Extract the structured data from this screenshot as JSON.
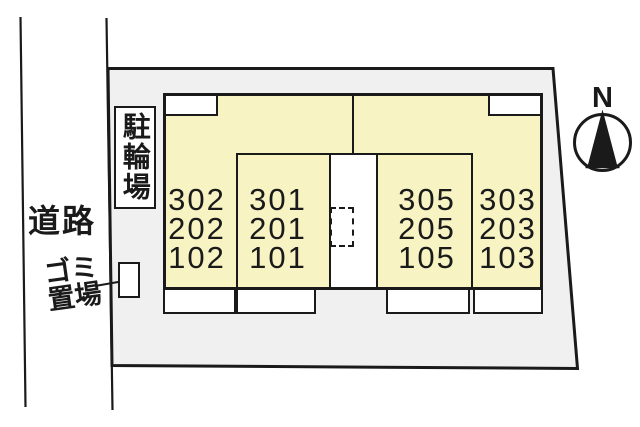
{
  "colors": {
    "site_fill": "#f0f0f0",
    "building_fill": "#f7f3c3",
    "line": "#1a1a1a",
    "unit_white": "#ffffff"
  },
  "road": {
    "label": "道路"
  },
  "bicycle_parking": {
    "label": "駐輪場"
  },
  "garbage_area": {
    "label_line1": "ゴミ",
    "label_line2": "置場"
  },
  "compass": {
    "north_label": "N"
  },
  "building": {
    "columns": [
      {
        "rooms": [
          "302",
          "202",
          "102"
        ]
      },
      {
        "rooms": [
          "301",
          "201",
          "101"
        ]
      },
      {
        "rooms": [
          "305",
          "205",
          "105"
        ]
      },
      {
        "rooms": [
          "303",
          "203",
          "103"
        ]
      }
    ]
  }
}
